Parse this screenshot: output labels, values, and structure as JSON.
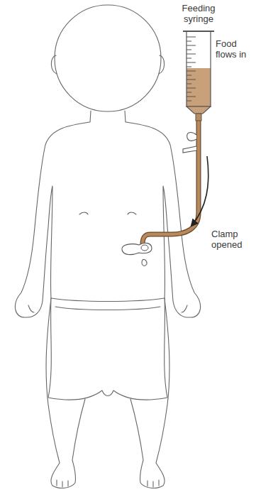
{
  "diagram": {
    "labels": [
      "Feeding syringe",
      "Food flows in",
      "Clamp opened"
    ]
  }
}
